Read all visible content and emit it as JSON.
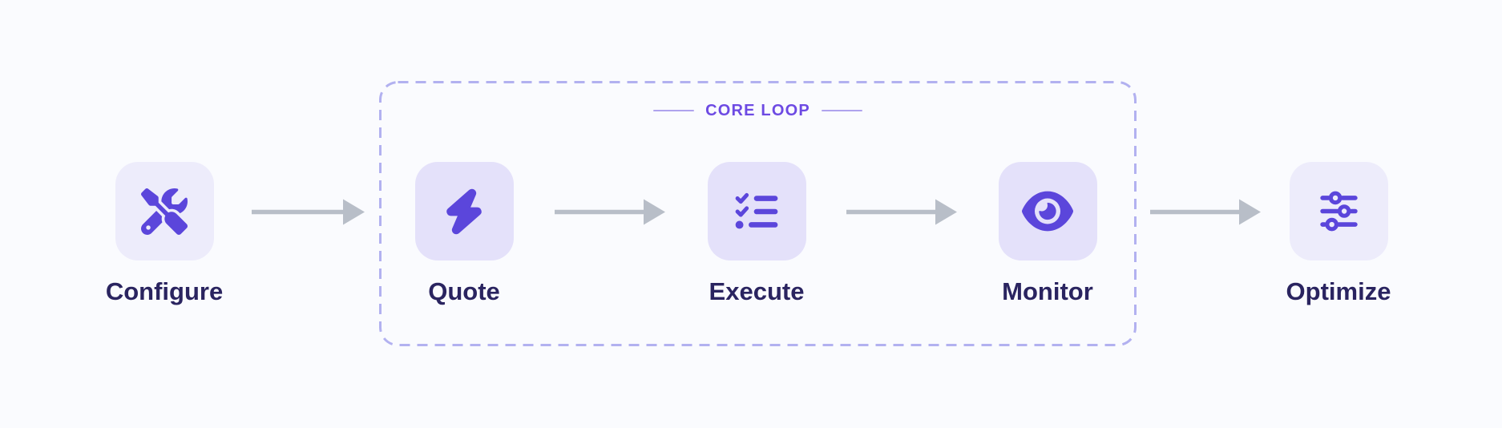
{
  "diagram": {
    "core_loop": {
      "label": "CORE LOOP"
    },
    "steps": [
      {
        "label": "Configure",
        "icon": "tools-icon",
        "in_core_loop": false
      },
      {
        "label": "Quote",
        "icon": "bolt-icon",
        "in_core_loop": true
      },
      {
        "label": "Execute",
        "icon": "checklist-icon",
        "in_core_loop": true
      },
      {
        "label": "Monitor",
        "icon": "eye-icon",
        "in_core_loop": true
      },
      {
        "label": "Optimize",
        "icon": "sliders-icon",
        "in_core_loop": false
      }
    ],
    "connections": [
      {
        "from": "Configure",
        "to": "Quote"
      },
      {
        "from": "Quote",
        "to": "Execute"
      },
      {
        "from": "Execute",
        "to": "Monitor"
      },
      {
        "from": "Monitor",
        "to": "Optimize"
      }
    ],
    "colors": {
      "background": "#FAFBFE",
      "icon_accent": "#5B46DB",
      "core_loop_text": "#6D4AE3",
      "core_loop_rule": "#AFA3EE",
      "core_loop_border": "#B2B1F0",
      "step_label": "#2A2460",
      "arrow": "#B8BEC8",
      "tile_inside_loop": "#E4E1FA",
      "tile_outside_loop": "#EDECFB"
    }
  }
}
